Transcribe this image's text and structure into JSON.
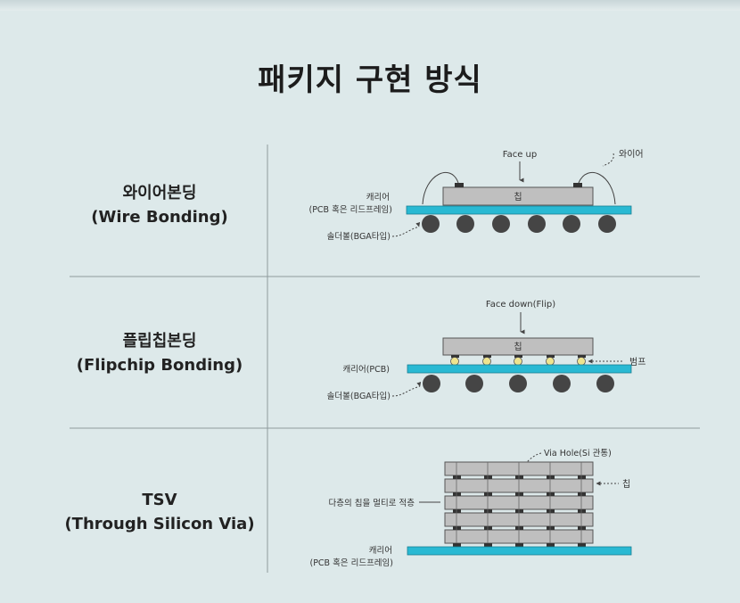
{
  "title": "패키지 구현 방식",
  "rows": [
    {
      "name_ko": "와이어본딩",
      "name_en": "(Wire Bonding)",
      "face_label": "Face up",
      "wire_label": "와이어",
      "chip_label": "칩",
      "carrier_label_1": "캐리어",
      "carrier_label_2": "(PCB 혹은 리드프레임)",
      "solder_label": "솔더볼(BGA타입)"
    },
    {
      "name_ko": "플립칩본딩",
      "name_en": "(Flipchip Bonding)",
      "face_label": "Face down(Flip)",
      "chip_label": "칩",
      "bump_label": "범프",
      "carrier_label": "캐리어(PCB)",
      "solder_label": "솔더볼(BGA타입)"
    },
    {
      "name_ko": "TSV",
      "name_en": "(Through Silicon Via)",
      "via_label": "Via Hole(Si 관통)",
      "chip_label": "칩",
      "stack_label": "다층의 칩을 멀티로 적층",
      "carrier_label_1": "캐리어",
      "carrier_label_2": "(PCB 혹은 리드프레임)"
    }
  ],
  "colors": {
    "background": "#dde9ea",
    "carrier": "#29b9d3",
    "chip": "#bfbfbf",
    "solder_ball": "#454545",
    "bump": "#efe48f",
    "divider": "#8e9a9c"
  }
}
